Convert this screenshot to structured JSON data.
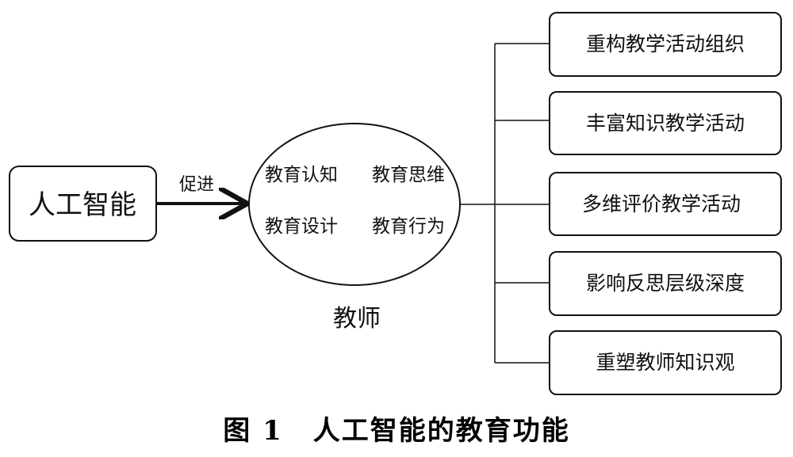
{
  "source_node": {
    "label": "人工智能"
  },
  "arrow_label": "促进",
  "center_node": {
    "items": [
      "教育认知",
      "教育思维",
      "教育设计",
      "教育行为"
    ],
    "caption": "教师"
  },
  "functions": [
    "重构教学活动组织",
    "丰富知识教学活动",
    "多维评价教学活动",
    "影响反思层级深度",
    "重塑教师知识观"
  ],
  "figure_caption": {
    "number": "图 1",
    "title": "人工智能的教育功能"
  }
}
